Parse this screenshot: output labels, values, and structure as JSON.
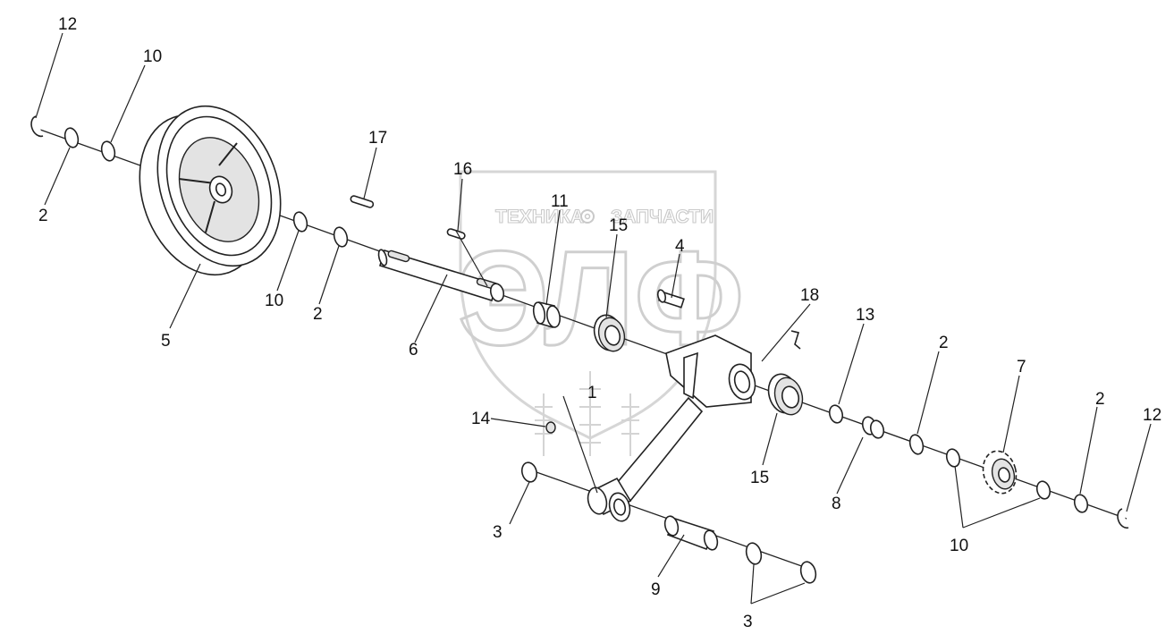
{
  "watermark": {
    "left_text": "ТЕХНИКА",
    "right_text": "ЗАПЧАСТИ",
    "logo_text": "ЭЛФ"
  },
  "callouts": [
    {
      "id": "c12a",
      "text": "12"
    },
    {
      "id": "c10a",
      "text": "10"
    },
    {
      "id": "c2a",
      "text": "2"
    },
    {
      "id": "c5",
      "text": "5"
    },
    {
      "id": "c10b",
      "text": "10"
    },
    {
      "id": "c2b",
      "text": "2"
    },
    {
      "id": "c17",
      "text": "17"
    },
    {
      "id": "c16",
      "text": "16"
    },
    {
      "id": "c6",
      "text": "6"
    },
    {
      "id": "c11",
      "text": "11"
    },
    {
      "id": "c15a",
      "text": "15"
    },
    {
      "id": "c4",
      "text": "4"
    },
    {
      "id": "c1",
      "text": "1"
    },
    {
      "id": "c14",
      "text": "14"
    },
    {
      "id": "c18",
      "text": "18"
    },
    {
      "id": "c13",
      "text": "13"
    },
    {
      "id": "c15b",
      "text": "15"
    },
    {
      "id": "c8",
      "text": "8"
    },
    {
      "id": "c2c",
      "text": "2"
    },
    {
      "id": "c7",
      "text": "7"
    },
    {
      "id": "c2d",
      "text": "2"
    },
    {
      "id": "c12b",
      "text": "12"
    },
    {
      "id": "c10c",
      "text": "10"
    },
    {
      "id": "c3a",
      "text": "3"
    },
    {
      "id": "c9",
      "text": "9"
    },
    {
      "id": "c3b",
      "text": "3"
    }
  ]
}
